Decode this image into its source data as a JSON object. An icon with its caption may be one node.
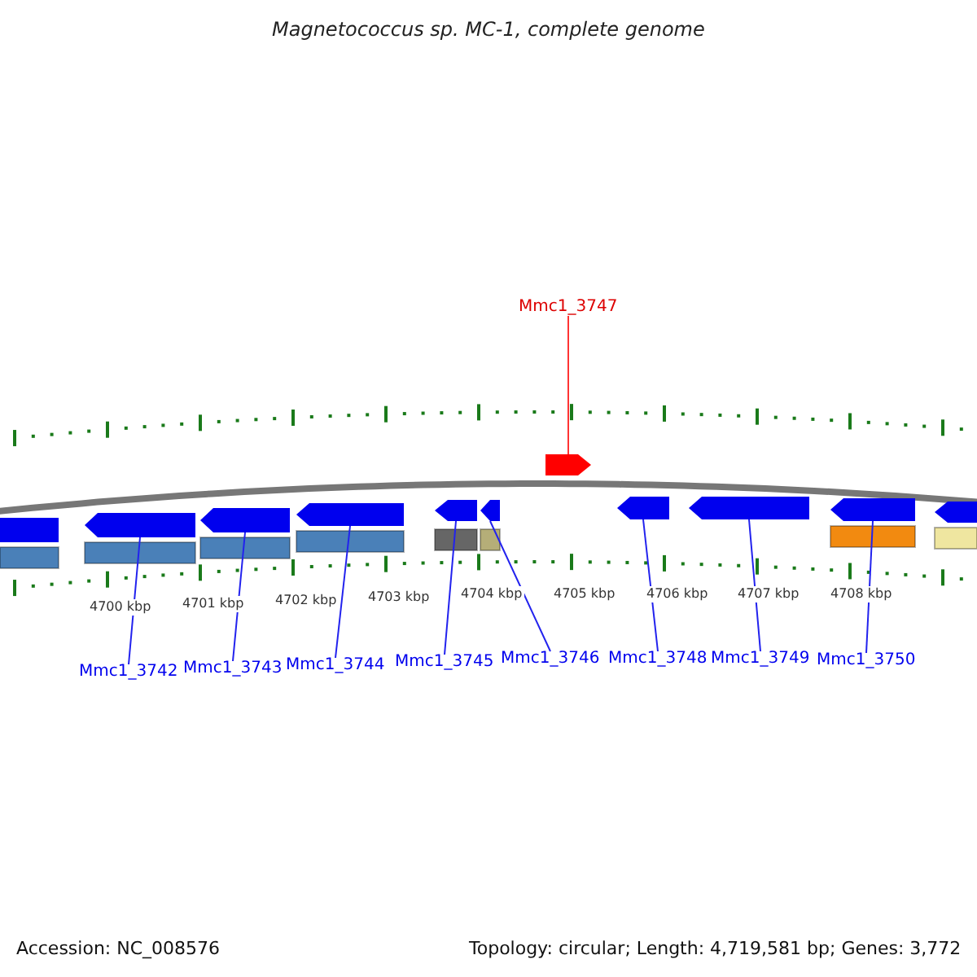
{
  "diagram": {
    "title": "Magnetococcus sp. MC-1, complete genome",
    "nodes": [
      {
        "text": [
          "Mmc1_3747"
        ]
      },
      {
        "text": [],
        "shape": "arrow"
      },
      {
        "text": [],
        "shape": "arrow"
      },
      {
        "text": [],
        "shape": "arrow"
      },
      {
        "text": [],
        "shape": "arrow"
      },
      {
        "text": [],
        "shape": "arrow"
      },
      {
        "text": [],
        "shape": "arrow"
      },
      {
        "text": [],
        "shape": "arrow"
      },
      {
        "text": [],
        "shape": "arrow"
      },
      {
        "text": [],
        "shape": "arrow"
      },
      {
        "text": [],
        "shape": "arrow"
      },
      {
        "text": [],
        "shape": "arrow"
      },
      {
        "text": [
          "Mmc1_3742"
        ]
      },
      {
        "text": [
          "Mmc1_3743"
        ]
      },
      {
        "text": [
          "Mmc1_3744"
        ]
      },
      {
        "text": [
          "Mmc1_3745"
        ]
      },
      {
        "text": [
          "Mmc1_3746"
        ]
      },
      {
        "text": [
          "Mmc1_3748"
        ]
      },
      {
        "text": [
          "Mmc1_3749"
        ]
      },
      {
        "text": [
          "Mmc1_3750"
        ]
      }
    ],
    "edges": [
      {
        "from": 0,
        "to": 1,
        "arrow": "none",
        "color": "#ff3333"
      },
      {
        "from": 12,
        "to": 3,
        "arrow": "none"
      },
      {
        "from": 13,
        "to": 4,
        "arrow": "none"
      },
      {
        "from": 14,
        "to": 5,
        "arrow": "none"
      },
      {
        "from": 15,
        "to": 6,
        "arrow": "none"
      },
      {
        "from": 16,
        "to": 7,
        "arrow": "none"
      },
      {
        "from": 17,
        "to": 8,
        "arrow": "none"
      },
      {
        "from": 18,
        "to": 9,
        "arrow": "none"
      },
      {
        "from": 19,
        "to": 10,
        "arrow": "none"
      }
    ],
    "labels": [
      "4700 kbp",
      "4701 kbp",
      "4702 kbp",
      "4703 kbp",
      "4704 kbp",
      "4705 kbp",
      "4706 kbp",
      "4707 kbp",
      "4708 kbp",
      "Accession: NC_008576",
      "Topology: circular; Length: 4,719,581 bp; Genes: 3,772"
    ]
  }
}
